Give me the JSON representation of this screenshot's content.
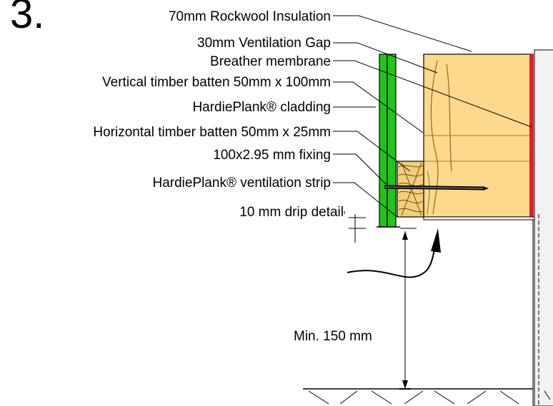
{
  "figure_number": "3.",
  "labels": {
    "rockwool": "70mm Rockwool Insulation",
    "ventilation_gap": "30mm Ventilation Gap",
    "breather_membrane": "Breather membrane",
    "vertical_batten": "Vertical timber batten 50mm x 100mm",
    "cladding": "HardiePlank® cladding",
    "horizontal_batten": "Horizontal timber batten 50mm x 25mm",
    "fixing": "100x2.95 mm fixing",
    "ventilation_strip": "HardiePlank® ventilation strip",
    "drip_detail": "10 mm drip detail",
    "min_clearance": "Min. 150 mm"
  },
  "colors": {
    "insulation": "#fcd98c",
    "insulation_edge": "#c8a25a",
    "cladding": "#22c41a",
    "membrane": "#e0202a",
    "timber": "#f3cf7a",
    "wall": "#f2f2f2"
  }
}
